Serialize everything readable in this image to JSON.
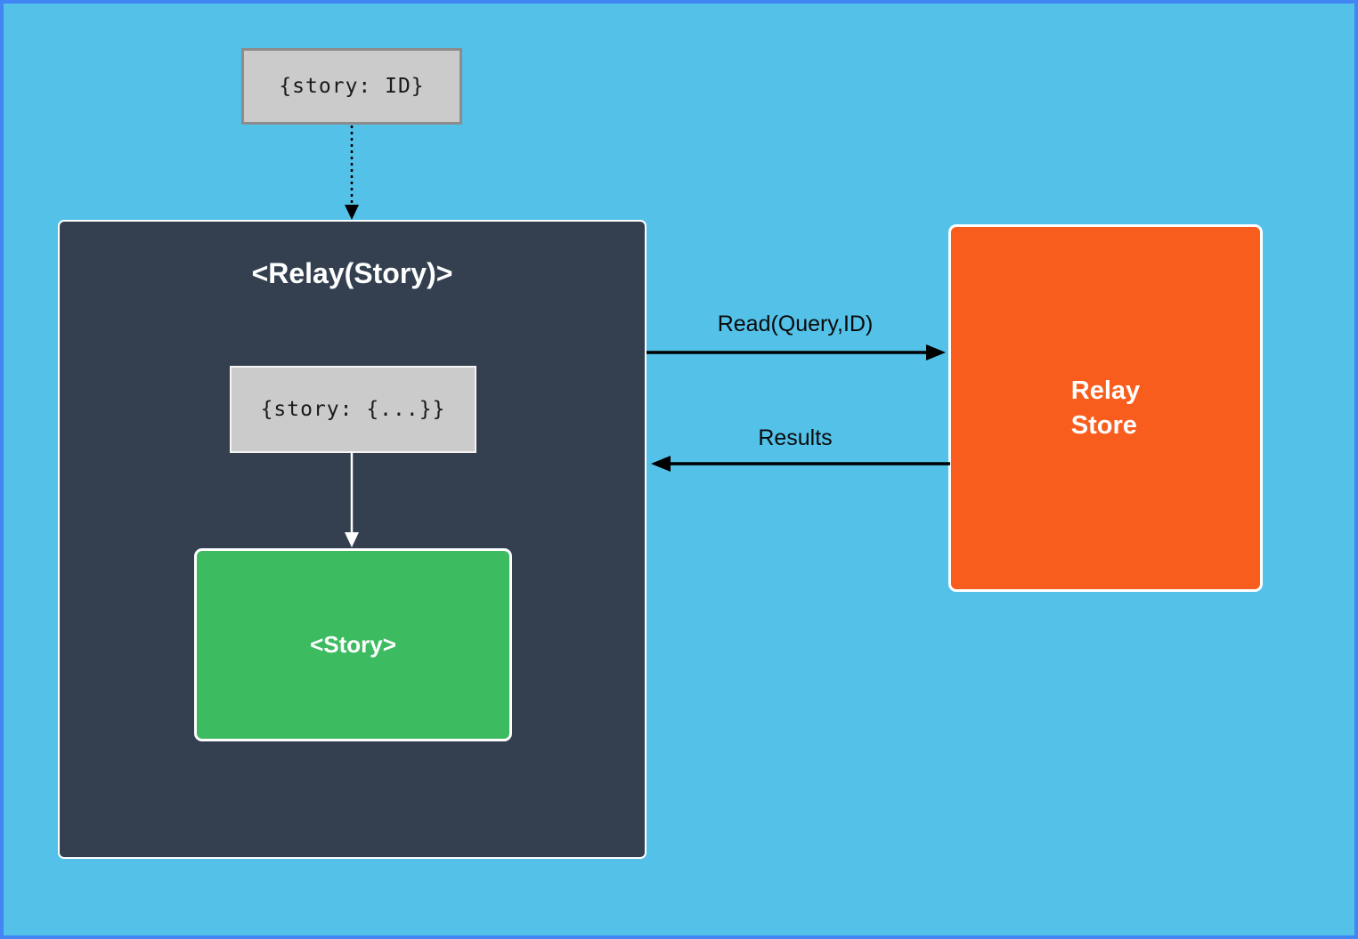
{
  "canvas": {
    "background_color": "#54C1E9",
    "frame_color": "#4285F4"
  },
  "nodes": {
    "input_props": {
      "label": "{story: ID}",
      "bg": "#CBCBCB",
      "border": "#8C8C8C"
    },
    "relay_container": {
      "title": "<Relay(Story)>",
      "bg": "#344050",
      "border": "#FFFFFF"
    },
    "inner_props": {
      "label": "{story: {...}}",
      "bg": "#CBCBCB",
      "border": "#FFFFFF"
    },
    "story": {
      "label": "<Story>",
      "bg": "#3DBB61",
      "border": "#FFFFFF"
    },
    "relay_store": {
      "label_line1": "Relay",
      "label_line2": "Store",
      "bg": "#F95D1D",
      "border": "#FFFFFF"
    }
  },
  "edges": {
    "props_to_relay": {
      "style": "dotted",
      "color": "#000000",
      "direction": "down"
    },
    "inner_to_story": {
      "style": "solid",
      "color": "#FFFFFF",
      "direction": "down"
    },
    "read": {
      "label": "Read(Query,ID)",
      "color": "#000000",
      "direction": "right"
    },
    "results": {
      "label": "Results",
      "color": "#000000",
      "direction": "left"
    }
  }
}
